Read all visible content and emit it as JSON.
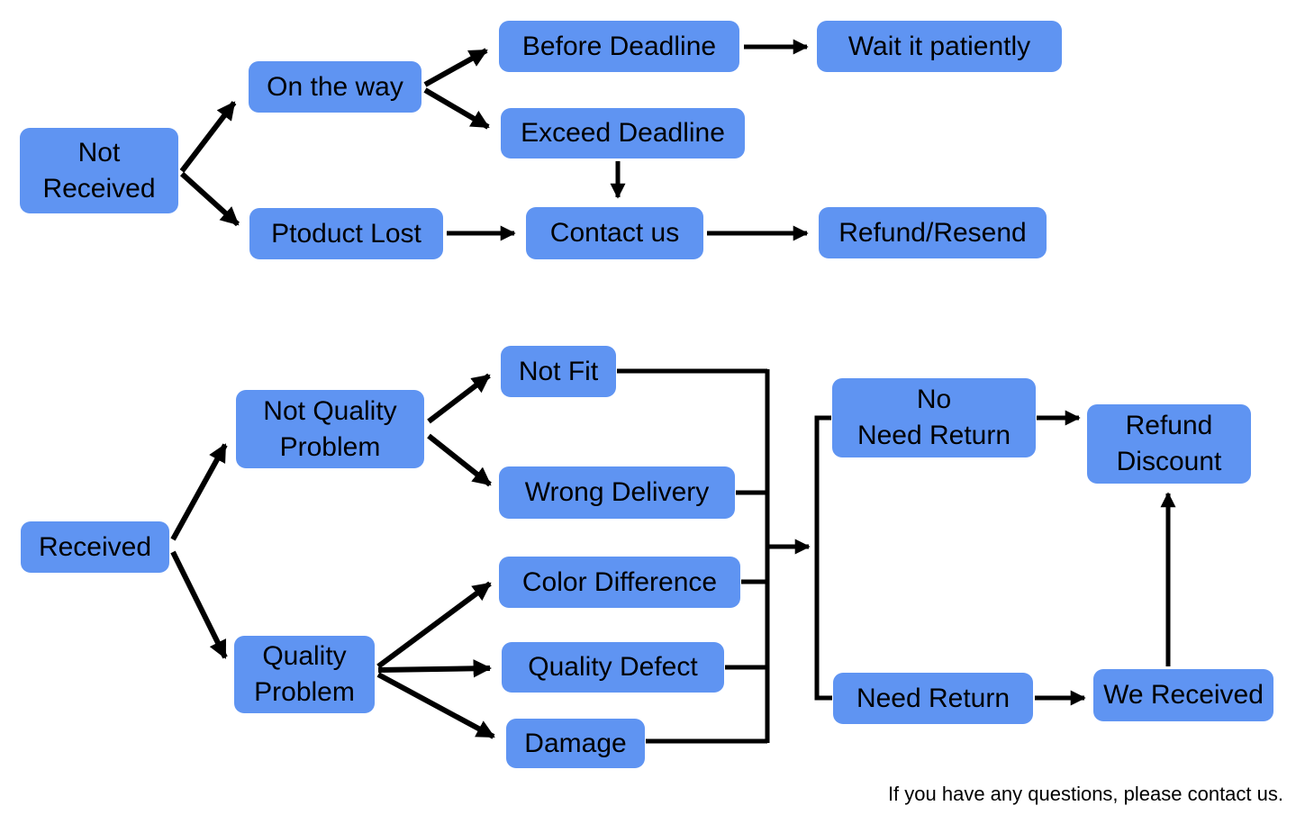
{
  "colors": {
    "node_fill": "#5f94f2",
    "node_text": "#000000",
    "line": "#000000",
    "background": "#ffffff"
  },
  "nodes": {
    "not_received": {
      "label": "Not\nReceived"
    },
    "on_the_way": {
      "label": "On the way"
    },
    "before_deadline": {
      "label": "Before Deadline"
    },
    "wait_it_patiently": {
      "label": "Wait it patiently"
    },
    "exceed_deadline": {
      "label": "Exceed Deadline"
    },
    "ptoduct_lost": {
      "label": "Ptoduct Lost"
    },
    "contact_us": {
      "label": "Contact us"
    },
    "refund_resend": {
      "label": "Refund/Resend"
    },
    "received": {
      "label": "Received"
    },
    "not_quality_problem": {
      "label": "Not Quality\nProblem"
    },
    "not_fit": {
      "label": "Not Fit"
    },
    "wrong_delivery": {
      "label": "Wrong Delivery"
    },
    "color_difference": {
      "label": "Color Difference"
    },
    "quality_problem": {
      "label": "Quality\nProblem"
    },
    "quality_defect": {
      "label": "Quality Defect"
    },
    "damage": {
      "label": "Damage"
    },
    "no_need_return": {
      "label": "No\nNeed Return"
    },
    "refund_discount": {
      "label": "Refund\nDiscount"
    },
    "need_return": {
      "label": "Need Return"
    },
    "we_received": {
      "label": "We Received"
    }
  },
  "edges": [
    {
      "from": "not_received",
      "to": "on_the_way"
    },
    {
      "from": "not_received",
      "to": "ptoduct_lost"
    },
    {
      "from": "on_the_way",
      "to": "before_deadline"
    },
    {
      "from": "on_the_way",
      "to": "exceed_deadline"
    },
    {
      "from": "before_deadline",
      "to": "wait_it_patiently"
    },
    {
      "from": "exceed_deadline",
      "to": "contact_us"
    },
    {
      "from": "ptoduct_lost",
      "to": "contact_us"
    },
    {
      "from": "contact_us",
      "to": "refund_resend"
    },
    {
      "from": "received",
      "to": "not_quality_problem"
    },
    {
      "from": "received",
      "to": "quality_problem"
    },
    {
      "from": "not_quality_problem",
      "to": "not_fit"
    },
    {
      "from": "not_quality_problem",
      "to": "wrong_delivery"
    },
    {
      "from": "quality_problem",
      "to": "color_difference"
    },
    {
      "from": "quality_problem",
      "to": "quality_defect"
    },
    {
      "from": "quality_problem",
      "to": "damage"
    },
    {
      "from": "not_fit",
      "to": "junction"
    },
    {
      "from": "wrong_delivery",
      "to": "junction"
    },
    {
      "from": "color_difference",
      "to": "junction"
    },
    {
      "from": "quality_defect",
      "to": "junction"
    },
    {
      "from": "damage",
      "to": "junction"
    },
    {
      "from": "junction",
      "to": "no_need_return"
    },
    {
      "from": "junction",
      "to": "need_return"
    },
    {
      "from": "no_need_return",
      "to": "refund_discount"
    },
    {
      "from": "need_return",
      "to": "we_received"
    },
    {
      "from": "we_received",
      "to": "refund_discount"
    }
  ],
  "footer": {
    "text": "If you have any questions, please contact us."
  }
}
